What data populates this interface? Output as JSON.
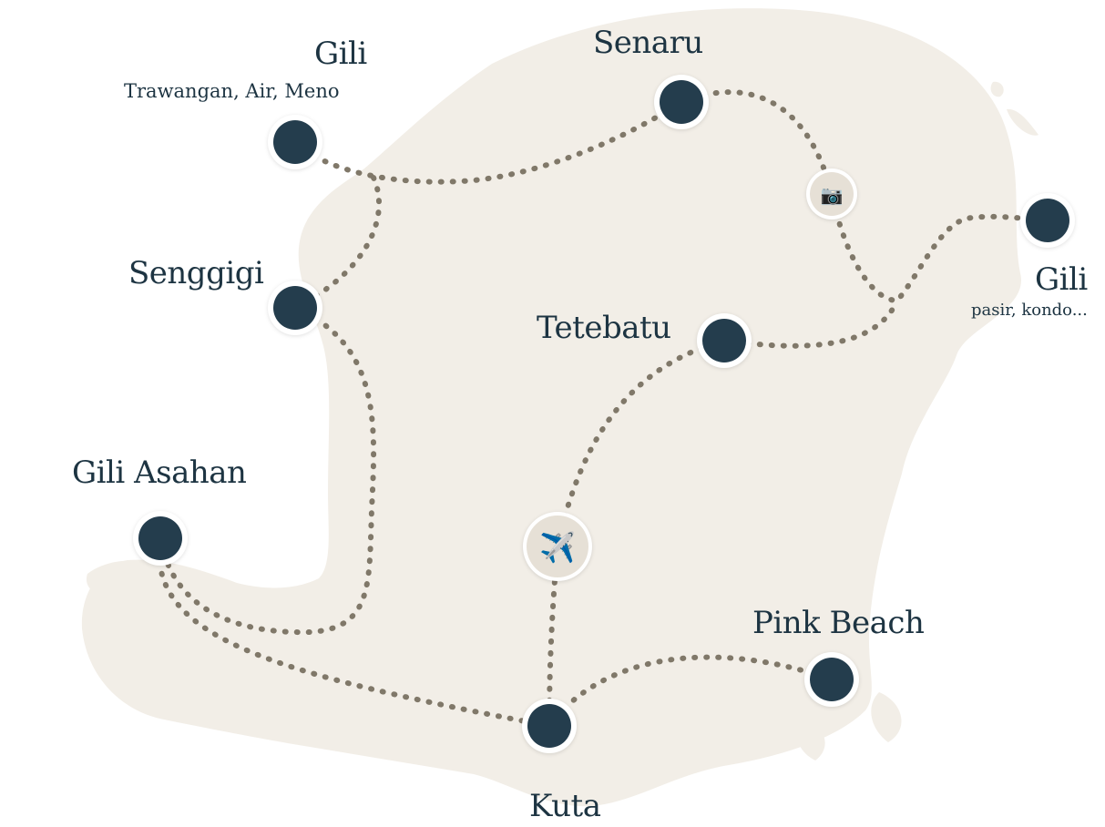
{
  "map": {
    "land_color": "#f2eee7",
    "route_color": "#807869",
    "pin_color": "#243d4d",
    "ring_color": "#ffffff",
    "poi_fill": "#e6e0d6"
  },
  "destinations": [
    {
      "id": "gili-trawangan",
      "name": "Gili",
      "subtitle": "Trawangan, Air, Meno"
    },
    {
      "id": "senaru",
      "name": "Senaru"
    },
    {
      "id": "gili-east",
      "name": "Gili",
      "subtitle": "pasir, kondo..."
    },
    {
      "id": "senggigi",
      "name": "Senggigi"
    },
    {
      "id": "tetebatu",
      "name": "Tetebatu"
    },
    {
      "id": "gili-asahan",
      "name": "Gili Asahan"
    },
    {
      "id": "pink-beach",
      "name": "Pink Beach"
    },
    {
      "id": "kuta",
      "name": "Kuta"
    }
  ],
  "points_of_interest": [
    {
      "id": "airport",
      "icon": "airplane-icon",
      "glyph": "✈️"
    },
    {
      "id": "viewpoint",
      "icon": "camera-icon",
      "glyph": "📷"
    }
  ]
}
